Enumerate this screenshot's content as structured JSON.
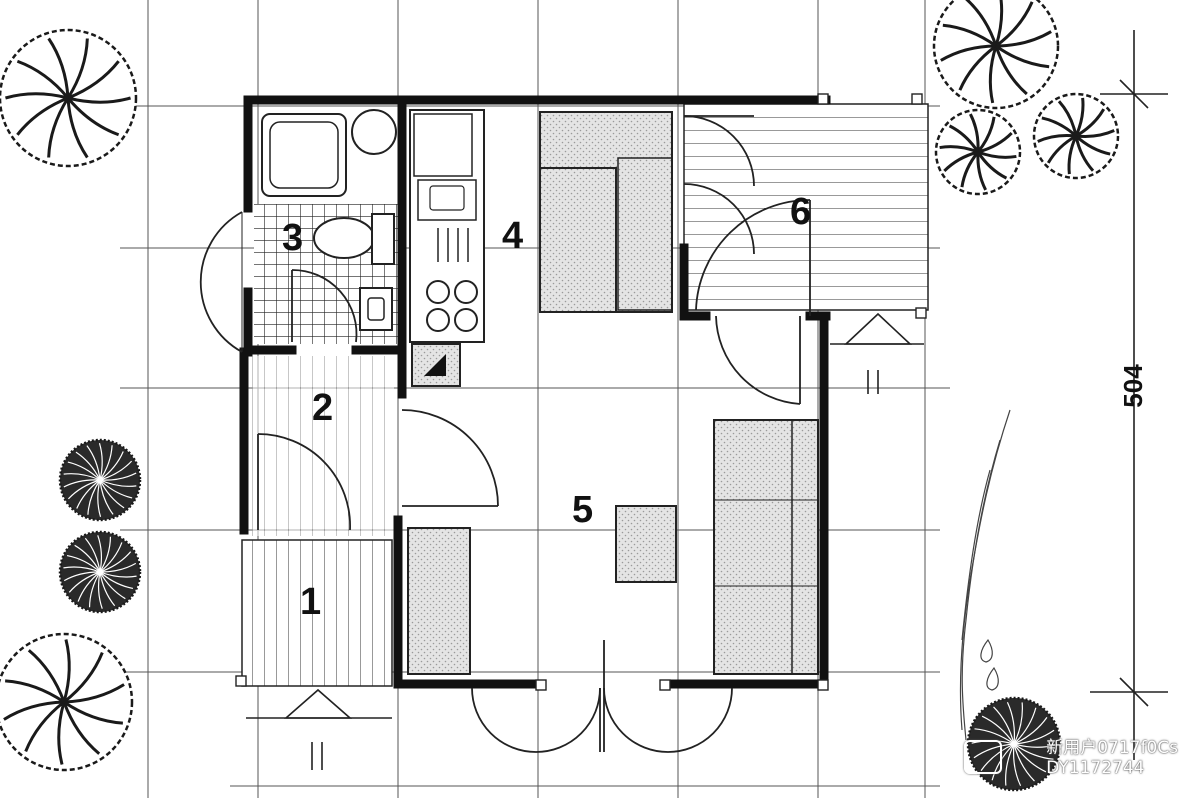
{
  "rooms": [
    {
      "number": "1"
    },
    {
      "number": "2"
    },
    {
      "number": "3"
    },
    {
      "number": "4"
    },
    {
      "number": "5"
    },
    {
      "number": "6"
    }
  ],
  "dimension": {
    "value": "504"
  },
  "watermark": {
    "line1": "新用户0717f0Cs",
    "line2": "DY1172744"
  },
  "colors": {
    "ink": "#111111",
    "fill": "#d6d6d6",
    "paper": "#ffffff",
    "tree": "#1a1a1a"
  }
}
